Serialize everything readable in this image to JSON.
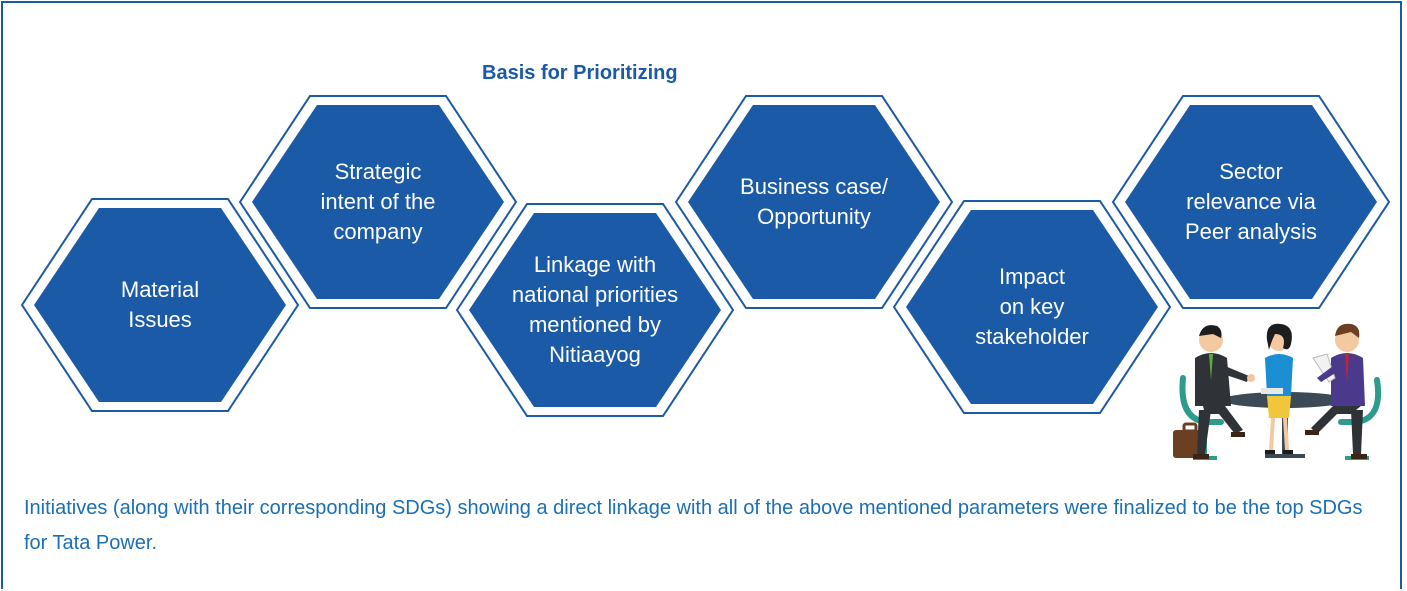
{
  "title": "Basis for Prioritizing",
  "hexagons": [
    {
      "label": "Material\nIssues"
    },
    {
      "label": "Strategic\nintent of the\ncompany"
    },
    {
      "label": "Linkage with\nnational priorities\nmentioned by\nNitiaayog"
    },
    {
      "label": "Business case/\nOpportunity"
    },
    {
      "label": "Impact\non key\nstakeholder"
    },
    {
      "label": "Sector\nrelevance via\nPeer analysis"
    }
  ],
  "footer": "Initiatives (along with their corresponding SDGs) showing a direct linkage with all of the above mentioned parameters were finalized to be the top SDGs for Tata Power.",
  "colors": {
    "hex_fill": "#1a5aa6",
    "hex_outline": "#1a5aa6",
    "footer_text": "#1a6fb5"
  },
  "illustration": "business-meeting-illustration"
}
